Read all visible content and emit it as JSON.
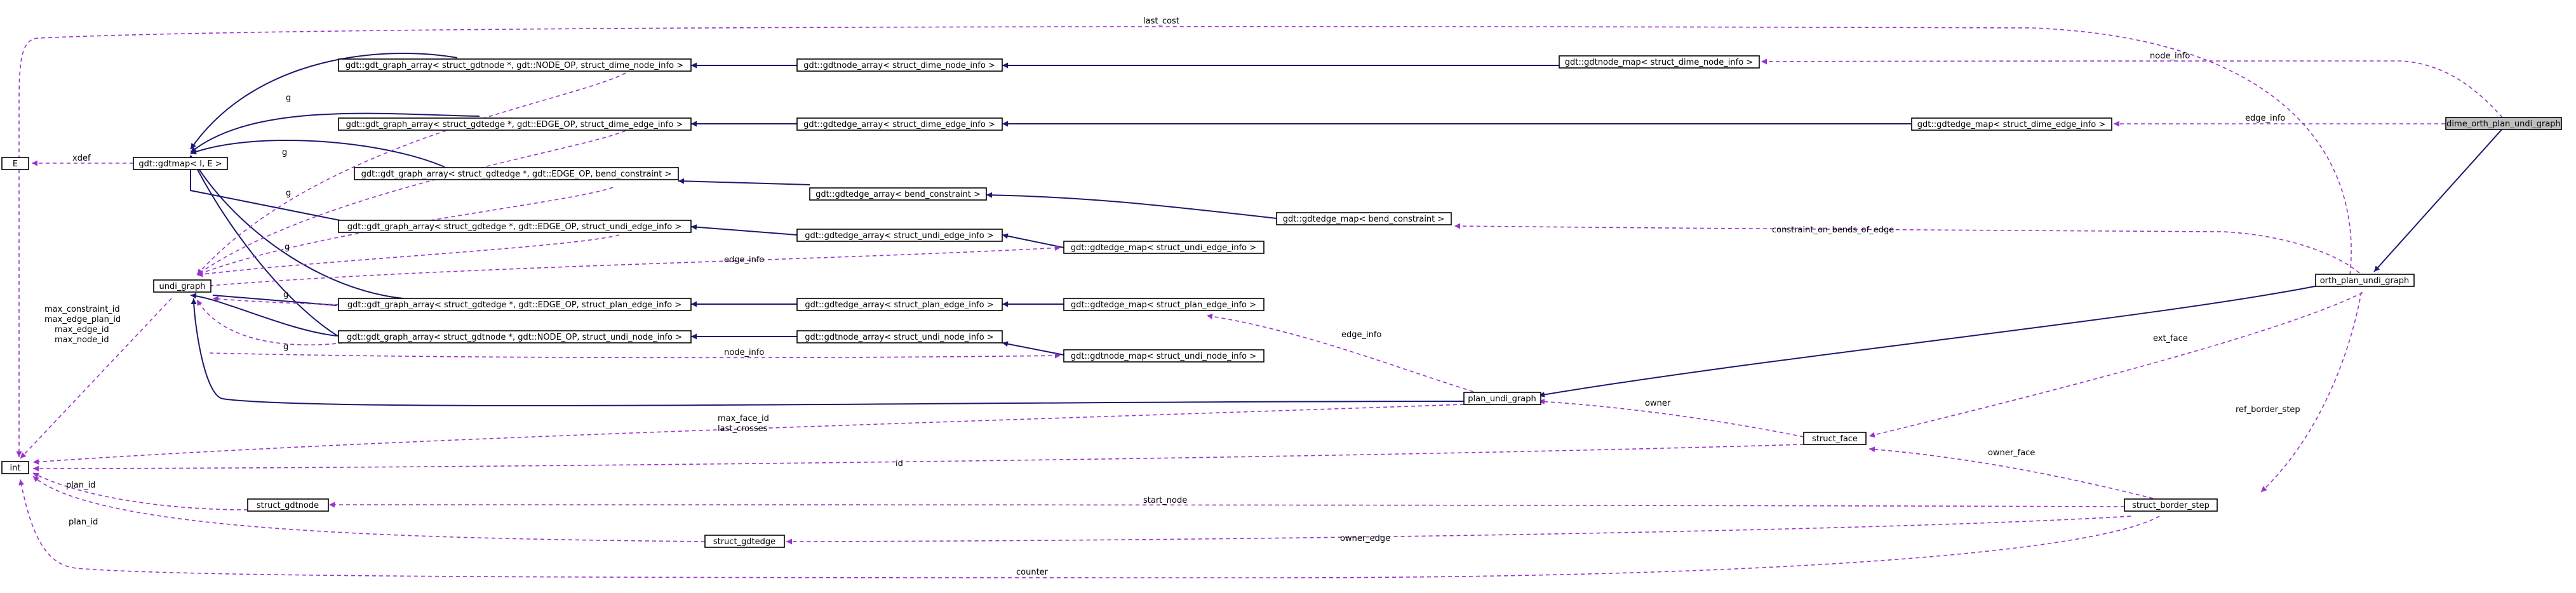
{
  "nodes": {
    "dime_orth_plan_undi_graph": "dime_orth_plan_undi_graph",
    "orth_plan_undi_graph": "orth_plan_undi_graph",
    "plan_undi_graph": "plan_undi_graph",
    "undi_graph": "undi_graph",
    "struct_face": "struct_face",
    "struct_border_step": "struct_border_step",
    "struct_gdtnode": "struct_gdtnode",
    "struct_gdtedge": "struct_gdtedge",
    "int": "int",
    "E": "E",
    "gdtmap": "gdt::gdtmap< I, E >",
    "ga_node_dime": "gdt::gdt_graph_array< struct_gdtnode *, gdt::NODE_OP, struct_dime_node_info >",
    "ga_edge_dime": "gdt::gdt_graph_array< struct_gdtedge *, gdt::EDGE_OP, struct_dime_edge_info >",
    "ga_edge_bend": "gdt::gdt_graph_array< struct_gdtedge *, gdt::EDGE_OP, bend_constraint >",
    "ga_edge_undi": "gdt::gdt_graph_array< struct_gdtedge *, gdt::EDGE_OP, struct_undi_edge_info >",
    "ga_edge_plan": "gdt::gdt_graph_array< struct_gdtedge *, gdt::EDGE_OP, struct_plan_edge_info >",
    "ga_node_undi": "gdt::gdt_graph_array< struct_gdtnode *, gdt::NODE_OP, struct_undi_node_info >",
    "na_dime": "gdt::gdtnode_array< struct_dime_node_info >",
    "ea_dime": "gdt::gdtedge_array< struct_dime_edge_info >",
    "ea_bend": "gdt::gdtedge_array< bend_constraint >",
    "ea_undi": "gdt::gdtedge_array< struct_undi_edge_info >",
    "ea_plan": "gdt::gdtedge_array< struct_plan_edge_info >",
    "na_undi": "gdt::gdtnode_array< struct_undi_node_info >",
    "nm_dime": "gdt::gdtnode_map< struct_dime_node_info >",
    "em_dime": "gdt::gdtedge_map< struct_dime_edge_info >",
    "em_bend": "gdt::gdtedge_map< bend_constraint >",
    "em_undi": "gdt::gdtedge_map< struct_undi_edge_info >",
    "em_plan": "gdt::gdtedge_map< struct_plan_edge_info >",
    "nm_undi": "gdt::gdtnode_map< struct_undi_node_info >"
  },
  "edge_labels": {
    "last_cost": "last_cost",
    "node_info": "node_info",
    "edge_info": "edge_info",
    "xdef": "xdef",
    "g": "g",
    "constraint_on_bends_of_edge": "constraint_on_bends_of_edge",
    "undi_edge_info": "edge_info",
    "plan_edge_info": "edge_info",
    "ext_face": "ext_face",
    "undi_node_info": "node_info",
    "owner": "owner",
    "int_ids_1": "max_constraint_id",
    "int_ids_2": "max_edge_plan_id",
    "int_ids_3": "max_edge_id",
    "int_ids_4": "max_node_id",
    "max_face_id": "max_face_id",
    "last_crosses": "last_crosses",
    "id": "id",
    "ref_border_step": "ref_border_step",
    "owner_face": "owner_face",
    "start_node": "start_node",
    "plan_id_1": "plan_id",
    "plan_id_2": "plan_id",
    "owner_edge": "owner_edge",
    "counter": "counter"
  },
  "colors": {
    "inheritance_edge": "#191970",
    "usage_edge": "#9a32cd",
    "highlight_node_fill": "#bfbfbf"
  }
}
